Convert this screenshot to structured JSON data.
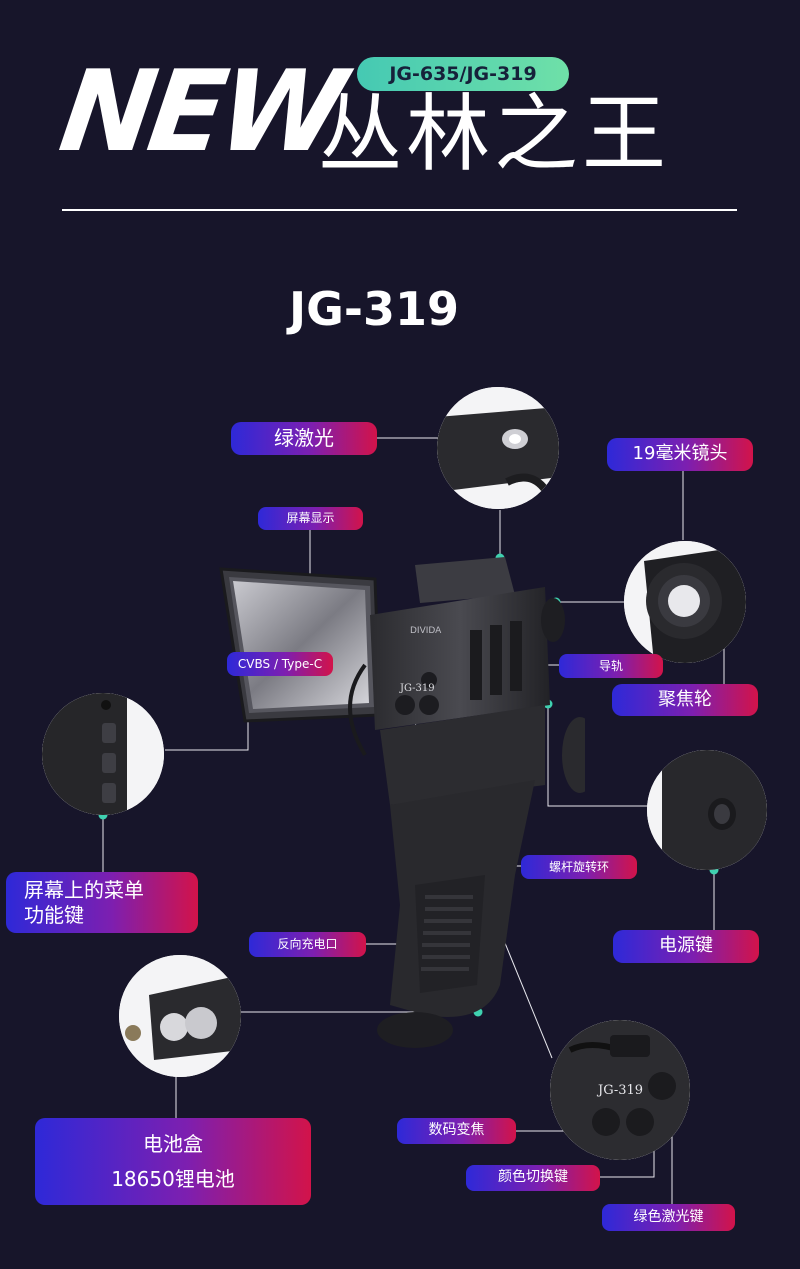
{
  "header": {
    "new_logo": "NEW",
    "model_pill": "JG-635/JG-319",
    "title": "丛林之王"
  },
  "model_title": "JG-319",
  "device": {
    "brand_text": "DIVIDA",
    "model_text": "JG-319"
  },
  "callouts": {
    "green_laser": "绿激光",
    "lens_19mm": "19毫米镜头",
    "screen_display": "屏幕显示",
    "cvbs_typec": "CVBS / Type-C",
    "rail": "导轨",
    "focus_wheel": "聚焦轮",
    "menu_keys_line1": "屏幕上的菜单",
    "menu_keys_line2": "功能键",
    "screw_ring": "螺杆旋转环",
    "power_key": "电源键",
    "reverse_charge": "反向充电口",
    "battery_box": "电池盒",
    "battery_type": "18650锂电池",
    "digital_zoom": "数码变焦",
    "color_switch": "颜色切换键",
    "green_laser_key": "绿色激光键"
  },
  "colors": {
    "background": "#17152a",
    "pill_gradient_start": "#2e29d8",
    "pill_gradient_end": "#d2134a",
    "model_pill": "#45c9b3",
    "marker_dot": "#3fd1b0"
  }
}
